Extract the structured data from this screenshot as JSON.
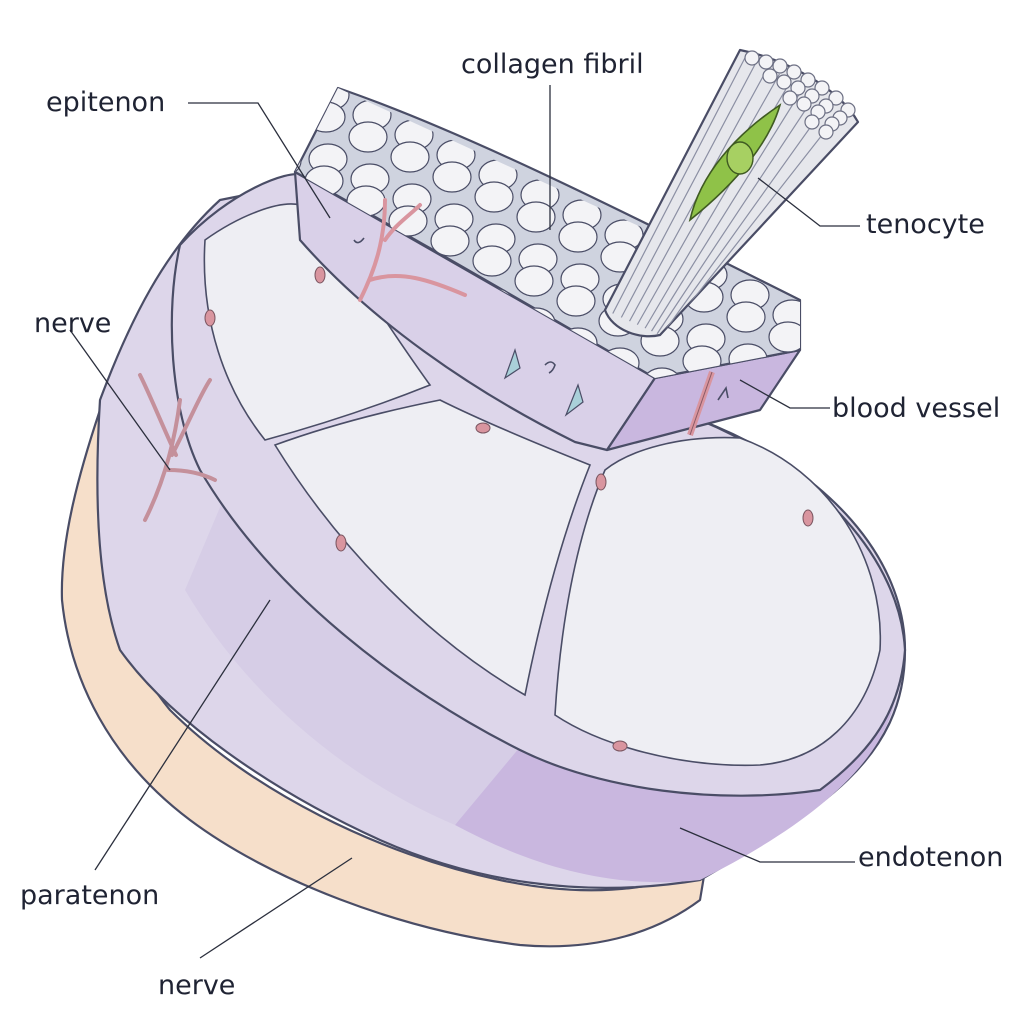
{
  "diagram": {
    "labels": {
      "epitenon": "epitenon",
      "collagen_fibril": "collagen fibril",
      "tenocyte": "tenocyte",
      "nerve_top": "nerve",
      "blood_vessel": "blood vessel",
      "paratenon": "paratenon",
      "endotenon": "endotenon",
      "nerve_bottom": "nerve"
    },
    "colors": {
      "paratenon_fill": "#f6dfca",
      "epitenon_fill": "#ddd6ea",
      "endotenon_fill": "#c9b7df",
      "fascicle_fill": "#eeeef3",
      "fibril_fill": "#f3f3f6",
      "tenocyte_fill": "#8fc248",
      "vessel": "#d9959f",
      "outline": "#4a4d66"
    }
  }
}
